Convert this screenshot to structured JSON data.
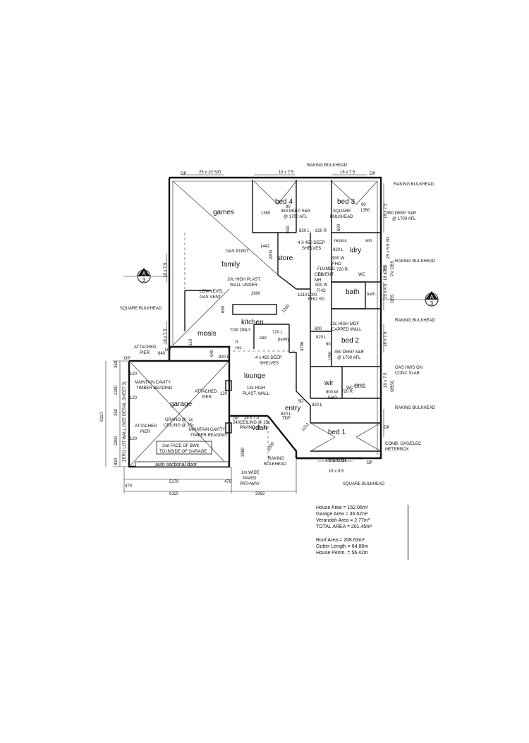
{
  "rooms": {
    "games": "games",
    "bed4": "bed 4",
    "bed3": "bed 3",
    "family": "family",
    "store": "store",
    "ldry": "ldry",
    "kitchen": "kitchen",
    "meals": "meals",
    "bath": "bath",
    "bed2": "bed 2",
    "lounge": "lounge",
    "garage": "garage",
    "wir": "wir",
    "ens": "ens",
    "entry": "entry",
    "vdah": "vdah",
    "bed1": "bed 1",
    "retreat": "retreat"
  },
  "labels": {
    "raking_top": "RAKING BULKHEAD",
    "raking_right1": "RAKING BULKHEAD",
    "raking_right2": "RAKING BULKHEAD",
    "raking_right3": "RAKING BULKHEAD",
    "raking_right4": "RAKING BULKHEAD",
    "raking_bottom": "RAKING",
    "raking_bottom2": "BULKHEAD",
    "square_bulkhead_left": "SQUARE BULKHEAD",
    "square_bulkhead_top1": "SQUARE",
    "square_bulkhead_top2": "BULKHEAD",
    "square_bulkhead_bottom": "SQUARE BULKHEAD",
    "shelf_bed4_1": "450 DEEP S&R",
    "shelf_bed4_2": "@ 1700 AFL",
    "shelf_right_1": "450 DEEP S&R",
    "shelf_right_2": "@ 1700 AFL",
    "shelf_store_1": "4 X 450 DEEP",
    "shelf_store_2": "SHELVES",
    "shelf_bed2_1": "450 DEEP S&R",
    "shelf_bed2_2": "@ 1700 AFL",
    "shelf_pantry_1": "4 x 450 DEEP",
    "shelf_pantry_2": "SHELVES",
    "gas_point": "GAS POINT",
    "wall_under_1": "10c HIGH PLAST.",
    "wall_under_2": "WALL UNDER",
    "gas_vent_1": "LOW LEVEL",
    "gas_vent_2": "GAS VENT",
    "top_only": "TOP ONLY",
    "mdf_1": "13c HIGH MDF",
    "mdf_2": "CAPPED WALL",
    "plast_wall_1": "13c HIGH",
    "plast_wall_2": "PLAST. WALL",
    "gas_hws_1": "GAS HWS ON",
    "gas_hws_2": "CONC SLAB",
    "meterbox_1": "COMB. GAS/ELEC",
    "meterbox_2": "METERBOX",
    "attached_pier_1": "ATTACHED",
    "attached_pier_1b": "PIER",
    "attached_pier_2": "ATTACHED",
    "attached_pier_2b": "PIER",
    "attached_pier_3": "ATTACHED",
    "attached_pier_3b": "PIER",
    "cavity_1": "MAINTAIN CAVITY",
    "cavity_1b": "TIMBER BEADING",
    "cavity_2": "MAINTAIN CAVITY",
    "cavity_2b": "TIMBER BEADING",
    "garage_ceiling_1": "GRANO @ -1c",
    "garage_ceiling_2": "CEILING @ 25c",
    "bwk_1": "2nd FACE OF BWK",
    "bwk_2": "TO INSIDE OF GARAGE",
    "door": "auto sectional door",
    "zero_lot": "ZERO LOT WALL (SEE DETAIL SHEET 3)",
    "vdah_ceiling_1": "18 x 7.5",
    "vdah_ceiling_2": "CEILING @ 25c",
    "vdah_ceiling_3": "PAVING @ -1c",
    "pathway_1": "1m WIDE",
    "pathway_2": "PAVED",
    "pathway_3": "PATHWAY",
    "recess": "recess",
    "wm": "wm",
    "wc": "WC",
    "wc2": "WC",
    "bath_small": "bath",
    "fho1": "900 W",
    "fho1b": "FHO",
    "fho2": "900 W",
    "fho2b": "FHO",
    "fho3": "900 W",
    "fho3b": "FHO",
    "flumed_1": "FLUMED",
    "flumed_2": "C/VENT",
    "ceil_1": "CEIL",
    "ceil_2": "MH",
    "sd1": "SD",
    "sd2": "SD",
    "fho_sd": "FHO",
    "fr": "fr",
    "rec": "rec",
    "cbd": "cbd",
    "pantry": "pantry",
    "dp1": "DP",
    "dp2": "DP",
    "dp3": "DP",
    "dp4": "DP",
    "dp5": "DP",
    "dp6": "DP",
    "dp7": "DP",
    "pv_obs": "PV OBS",
    "obs1": "OBS",
    "obs2": "OBS",
    "obsc": "OBSC",
    "tdf": "TDF",
    "section_letter": "A",
    "section_num": "3"
  },
  "dims": {
    "top_sd": "25 x 10 S/D",
    "top_1": "18 x 7.5",
    "top_2": "18 x 7.5",
    "right_1": "25 x 5.5 SD",
    "right_2": "18 x 7.5",
    "right_3": "18 x 7.5",
    "right_4": "18 x 7.5",
    "right_5": "25 x 4.5",
    "right_6": "18 x 7.5",
    "left_1": "18 x 7.5",
    "left_2": "18 x 7.5",
    "bottom_retreat": "18 x 8.5",
    "d1350a": "1350",
    "d1350b": "1350",
    "d90a": "90",
    "d90b": "90",
    "d600a": "600",
    "d600b": "600",
    "d820L1": "820 L",
    "d820R1": "820 R",
    "d1442": "1442",
    "d2200": "2200",
    "d820L2": "820 L",
    "d720R1": "720 R",
    "d2600": "2600",
    "d690": "690",
    "d1210": "1210",
    "d1000": "1000",
    "d3110": "3110",
    "d640": "640",
    "d820L3": "820 L",
    "d720L": "720 L",
    "d600c": "600",
    "d820L4": "820 L",
    "d90c": "90",
    "d1350c": "1350",
    "d4796": "4796",
    "d820L5": "820 L",
    "d720R2": "720 R",
    "d640b": "640",
    "d120a": "120",
    "d120b": "120",
    "d120c": "120",
    "d120d": "120",
    "d2290a": "2290",
    "d2290b": "2290",
    "d350a": "350",
    "d350b": "350",
    "d830": "830",
    "d6110v": "6110",
    "d5170": "5170",
    "d470a": "470",
    "d470b": "470",
    "d6110h": "6110",
    "d3082": "3082",
    "d3080": "3080",
    "d240": "240",
    "d1020": "1020",
    "d820L6": "820 L",
    "d1212": "1212",
    "d1200": "1200"
  },
  "areas": {
    "house": "House Area = 162.06m²",
    "garage": "Garage Area = 36.62m²",
    "verandah": "Verandah Area = 2.77m²",
    "total": "TOTAL AREA = 201.45m²",
    "roof": "Roof Area = 208.63m²",
    "gutter": "Gutter Length = 64.86m",
    "perim": "House Perim. = 56.42m"
  }
}
